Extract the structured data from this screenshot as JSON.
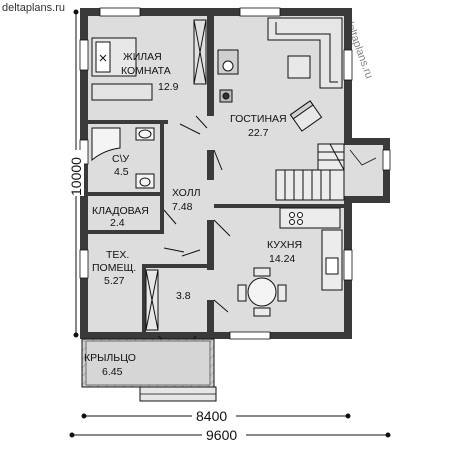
{
  "watermark": "deltaplans.ru",
  "rooms": {
    "living_room": {
      "name_line1": "ЖИЛАЯ",
      "name_line2": "КОМНАТА",
      "area": "12.9"
    },
    "lounge": {
      "name": "ГОСТИНАЯ",
      "area": "22.7"
    },
    "bathroom": {
      "name": "С\\У",
      "area": "4.5"
    },
    "hall": {
      "name": "ХОЛЛ",
      "area": "7.48"
    },
    "storage": {
      "name": "КЛАДОВАЯ",
      "area": "2.4"
    },
    "kitchen": {
      "name": "КУХНЯ",
      "area": "14.24"
    },
    "tech": {
      "name_line1": "ТЕХ.",
      "name_line2": "ПОМЕЩ.",
      "area": "5.27"
    },
    "closet": {
      "area": "3.8"
    },
    "porch": {
      "name": "КРЫЛЬЦО",
      "area": "6.45"
    }
  },
  "dimensions": {
    "height": "10000",
    "inner_width": "8400",
    "outer_width": "9600"
  },
  "colors": {
    "floor": "#dddddd",
    "wall": "#3a3a3a",
    "line": "#111111",
    "porch": "#bdbdbd"
  }
}
